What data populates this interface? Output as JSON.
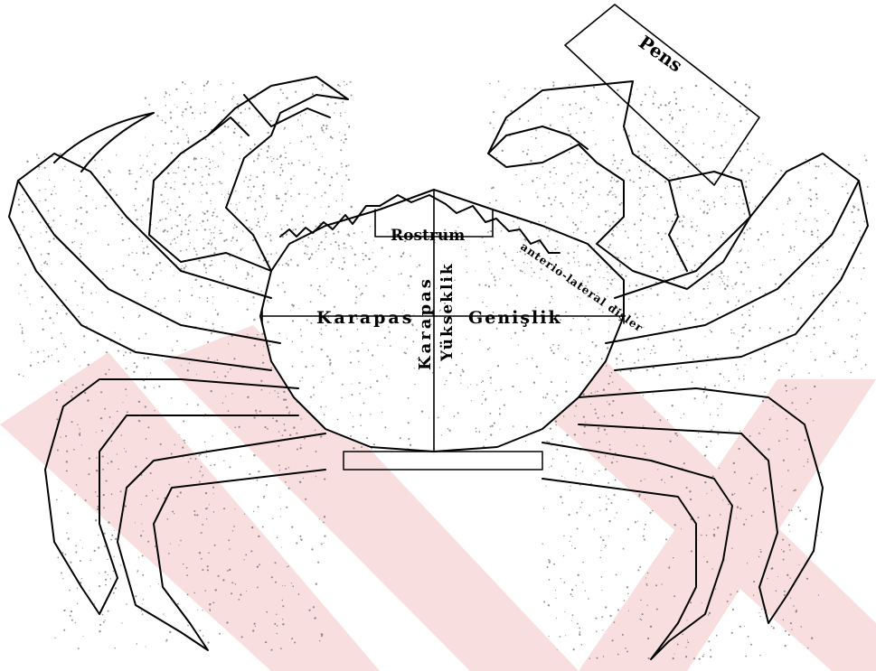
{
  "labels": {
    "pens": "Pens",
    "rostrum": "Rostrum",
    "karapas_width_1": "Karapas",
    "karapas_width_2": "Genişlik",
    "karapas_height_1": "Karapas",
    "karapas_height_2": "Yükseklik",
    "anterolateral": "anterio-lateral dişler"
  },
  "colors": {
    "ink": "#000000",
    "watermark": "#f4c9c9",
    "stipple": "#3a3a3a"
  }
}
